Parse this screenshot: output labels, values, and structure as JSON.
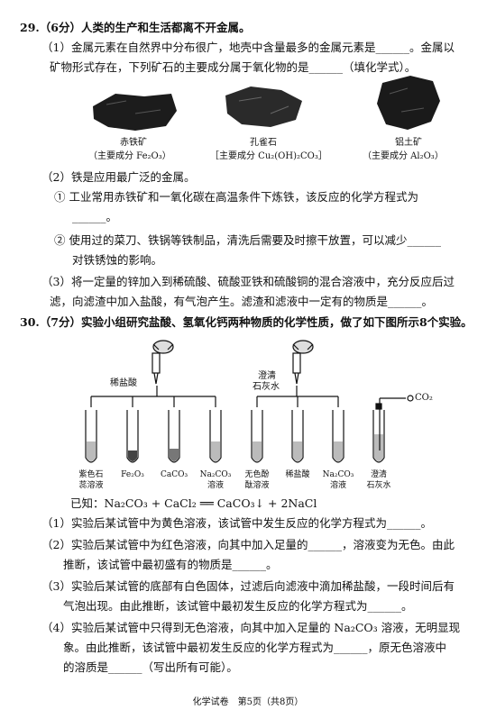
{
  "q29": {
    "header": "29.（6分）人类的生产和生活都离不开金属。",
    "p1_l1": "（1）金属元素在自然界中分布很广，地壳中含量最多的金属元素是______。金属以",
    "p1_l2": "矿物形式存在，下列矿石的主要成分属于氧化物的是______（填化学式）。",
    "ores": [
      {
        "name": "赤铁矿",
        "formula": "（主要成分 Fe₂O₃）"
      },
      {
        "name": "孔雀石",
        "formula": "［主要成分 Cu₂(OH)₂CO₃］"
      },
      {
        "name": "铝土矿",
        "formula": "（主要成分 Al₂O₃）"
      }
    ],
    "p2": "（2）铁是应用最广泛的金属。",
    "p2a_l1": "① 工业常用赤铁矿和一氧化碳在高温条件下炼铁，该反应的化学方程式为",
    "p2a_l2": "______。",
    "p2b_l1": "② 使用过的菜刀、铁锅等铁制品，清洗后需要及时擦干放置，可以减少______",
    "p2b_l2": "对铁锈蚀的影响。",
    "p3_l1": "（3）将一定量的锌加入到稀硫酸、硫酸亚铁和硫酸铜的混合溶液中，充分反应后过",
    "p3_l2": "滤，向滤渣中加入盐酸，有气泡产生。滤渣和滤液中一定有的物质是______。"
  },
  "q30": {
    "header": "30.（7分）实验小组研究盐酸、氢氧化钙两种物质的化学性质，做了如下图所示8个实验。",
    "reagent_left": "稀盐酸",
    "reagent_right_l1": "澄清",
    "reagent_right_l2": "石灰水",
    "co2": "CO₂",
    "tubes": [
      {
        "l1": "紫色石",
        "l2": "蕊溶液"
      },
      {
        "l1": "Fe₂O₃",
        "l2": ""
      },
      {
        "l1": "CaCO₃",
        "l2": ""
      },
      {
        "l1": "Na₂CO₃",
        "l2": "溶液"
      },
      {
        "l1": "无色酚",
        "l2": "酞溶液"
      },
      {
        "l1": "稀盐酸",
        "l2": ""
      },
      {
        "l1": "Na₂CO₃",
        "l2": "溶液"
      },
      {
        "l1": "澄清",
        "l2": "石灰水"
      }
    ],
    "known": "已知：Na₂CO₃ + CaCl₂ ══ CaCO₃↓ + 2NaCl",
    "s1": "（1）实验后某试管中为黄色溶液，该试管中发生反应的化学方程式为______。",
    "s2_l1": "（2）实验后某试管中为红色溶液，向其中加入足量的______，溶液变为无色。由此",
    "s2_l2": "推断，该试管中最初盛有的物质是______。",
    "s3_l1": "（3）实验后某试管的底部有白色固体，过滤后向滤液中滴加稀盐酸，一段时间后有",
    "s3_l2": "气泡出现。由此推断，该试管中最初发生反应的化学方程式为______。",
    "s4_l1": "（4）实验后某试管中只得到无色溶液，向其中加入足量的 Na₂CO₃ 溶液，无明显现",
    "s4_l2": "象。由此推断，该试管中最初发生反应的化学方程式为______，原无色溶液中",
    "s4_l3": "的溶质是______（写出所有可能）。"
  },
  "footer": "化学试卷　第5页（共8页）"
}
